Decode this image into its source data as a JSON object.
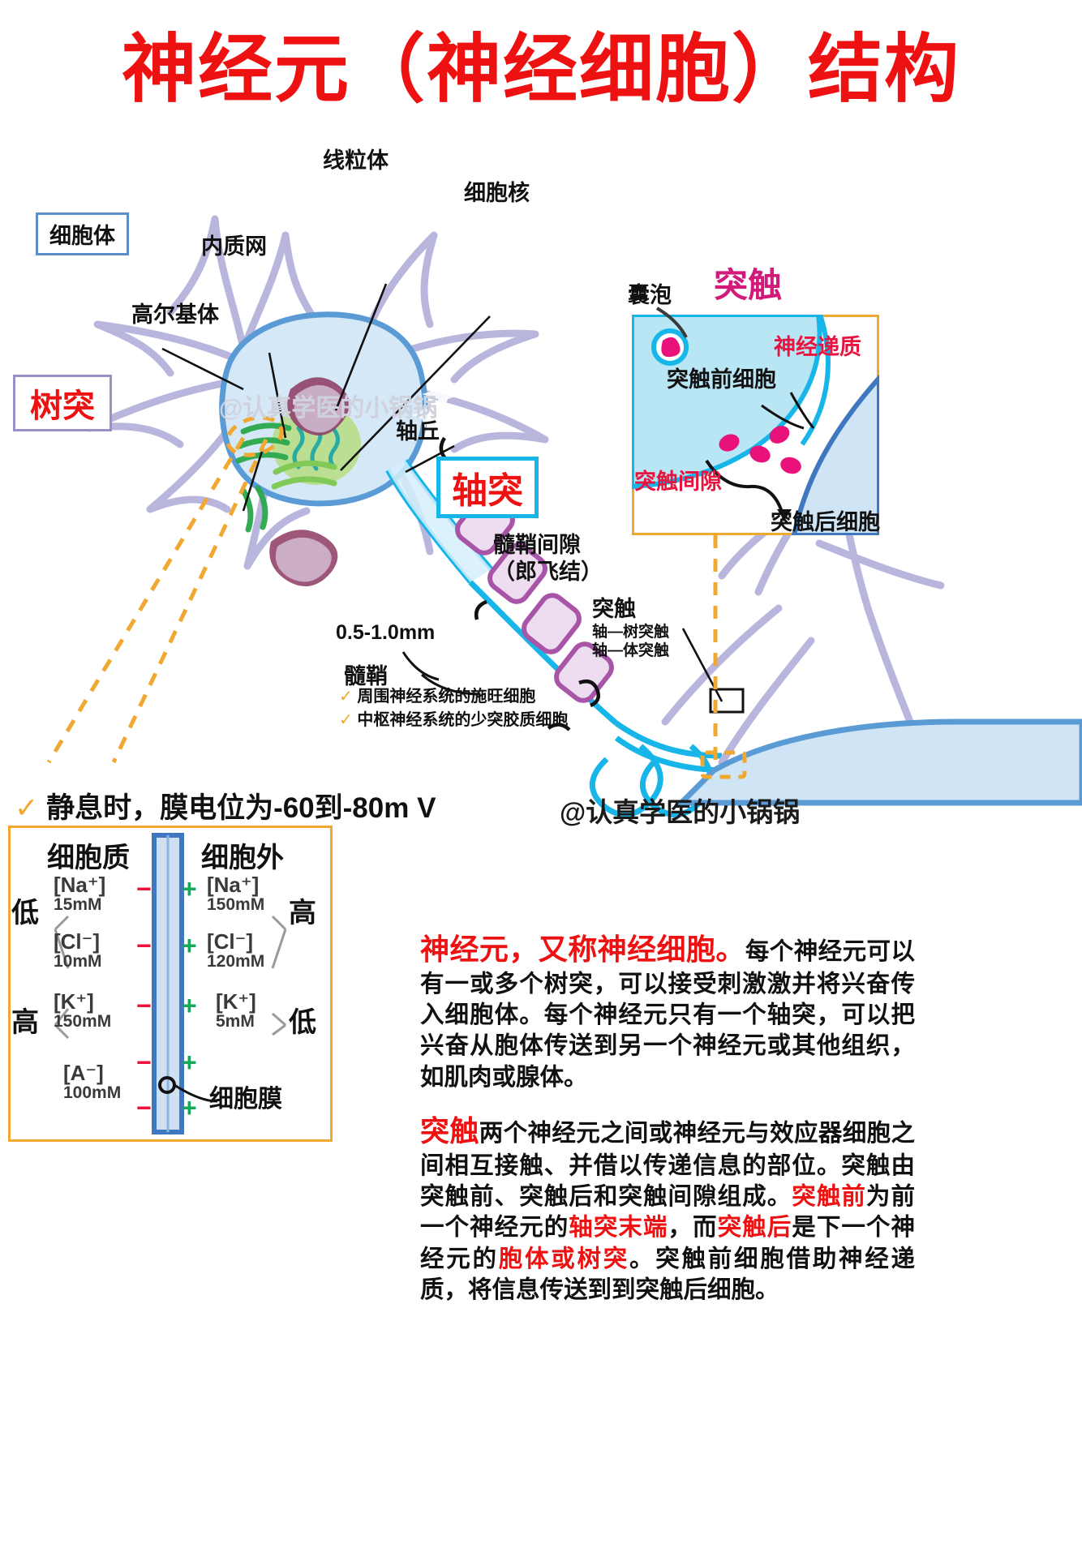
{
  "title": "神经元（神经细胞）结构",
  "neuron_labels": {
    "cell_body": "细胞体",
    "dendrite": "树突",
    "golgi": "高尔基体",
    "er": "内质网",
    "mitochondria": "线粒体",
    "nucleus": "细胞核",
    "axon_hillock": "轴丘",
    "axon": "轴突",
    "node_of_ranvier_l1": "髓鞘间隙",
    "node_of_ranvier_l2": "（郎飞结）",
    "internode_length": "0.5-1.0mm",
    "myelin": "髓鞘",
    "myelin_item1": "周围神经系统的施旺细胞",
    "myelin_item2": "中枢神经系统的少突胶质细胞",
    "synapse_pointer_title": "突触",
    "synapse_pointer_l1": "轴—树突触",
    "synapse_pointer_l2": "轴—体突触"
  },
  "synapse_panel": {
    "title": "突触",
    "vesicle": "囊泡",
    "neurotransmitter": "神经递质",
    "presynaptic": "突触前细胞",
    "cleft": "突触间隙",
    "postsynaptic": "突触后细胞"
  },
  "resting_potential": {
    "check": "✓",
    "text": "静息时，膜电位为-60到-80m V"
  },
  "ion_table": {
    "col_left": "细胞质",
    "col_right": "细胞外",
    "membrane_label": "细胞膜",
    "left_tag_low": "低",
    "left_tag_high": "高",
    "right_tag_high": "高",
    "right_tag_low": "低",
    "rows": [
      {
        "ion": "[Na⁺]",
        "inside": "15mM",
        "outside": "150mM",
        "out_ion": "[Na⁺]"
      },
      {
        "ion": "[Cl⁻]",
        "inside": "10mM",
        "outside": "120mM",
        "out_ion": "[Cl⁻]"
      },
      {
        "ion": "[K⁺]",
        "inside": "150mM",
        "outside": "5mM",
        "out_ion": "[K⁺]"
      },
      {
        "ion": "[A⁻]",
        "inside": "100mM",
        "outside": "",
        "out_ion": ""
      }
    ],
    "inside_signs": [
      "−",
      "−",
      "−",
      "−",
      "−"
    ],
    "outside_signs": [
      "+",
      "+",
      "+",
      "+",
      "+"
    ]
  },
  "body_text": {
    "p1_heading": "神经元，又称神经细胞。",
    "p1_rest": "每个神经元可以有一或多个树突，可以接受刺激激并将兴奋传入细胞体。每个神经元只有一个轴突，可以把兴奋从胞体传送到另一个神经元或其他组织，如肌肉或腺体。",
    "p2_heading": "突触",
    "p2_a": "两个神经元之间或神经元与效应器细胞之间相互接触、并借以传递信息的部位。突触由突触前、突触后和突触间隙组成。",
    "p2_b": "突触前",
    "p2_c": "为前一个神经元的",
    "p2_d": "轴突末端",
    "p2_e": "，而",
    "p2_f": "突触后",
    "p2_g": "是下一个神经元的",
    "p2_h": "胞体或树突",
    "p2_i": "。突触前细胞借助神经递质，将信息传送到到突触后细胞。"
  },
  "watermarks": {
    "faint": "@认真学医的小锅锅",
    "solid": "@认真学医的小锅锅"
  },
  "colors": {
    "title_red": "#ee1111",
    "dendrite_purple": "#b9b6de",
    "soma_blue": "#d5e8f7",
    "soma_border": "#5b9bd5",
    "axon_cyan": "#18b6e8",
    "myelin_purple": "#a855a8",
    "orange": "#f0a830",
    "pink": "#e8127a"
  }
}
